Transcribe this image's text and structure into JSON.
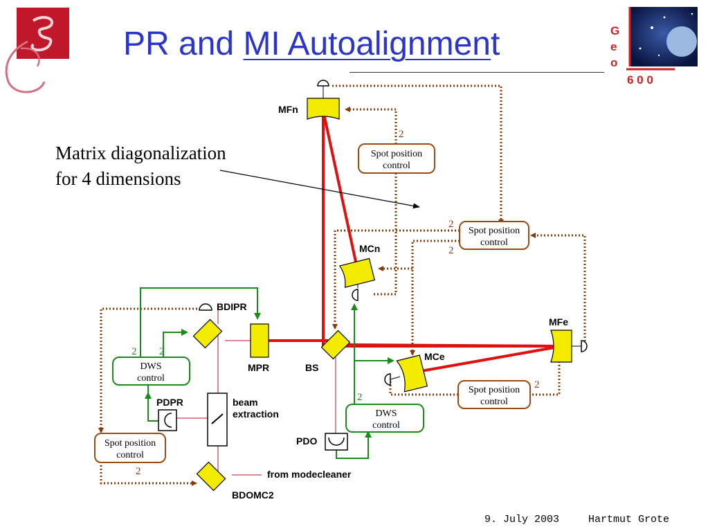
{
  "title": {
    "prefix": "PR and ",
    "underlined": "MI Autoalignmen",
    "suffix": "t"
  },
  "annotation": {
    "line1": "Matrix diagonalization",
    "line2": "for 4 dimensions"
  },
  "footer": {
    "date": "9. July 2003",
    "author": "Hartmut Grote"
  },
  "logo_right": {
    "letters": [
      "G",
      "e",
      "o"
    ],
    "number": "6 0 0"
  },
  "diagram": {
    "labels": {
      "mfn": "MFn",
      "mcn": "MCn",
      "mfe": "MFe",
      "mce": "MCe",
      "bs": "BS",
      "mpr": "MPR",
      "bdipr": "BDIPR",
      "bdomc2": "BDOMC2",
      "pdpr": "PDPR",
      "pdo": "PDO",
      "beam_extraction_1": "beam",
      "beam_extraction_2": "extraction",
      "from_modecleaner": "from modecleaner"
    },
    "boxes": {
      "spot_top_1": "Spot position",
      "spot_top_2": "control",
      "spot_mid_1": "Spot position",
      "spot_mid_2": "control",
      "spot_right_1": "Spot position",
      "spot_right_2": "control",
      "spot_left_1": "Spot position",
      "spot_left_2": "control",
      "dws_left_1": "DWS",
      "dws_left_2": "control",
      "dws_right_1": "DWS",
      "dws_right_2": "control"
    },
    "numbers": {
      "n_top": "2",
      "n_mid_a": "2",
      "n_mid_b": "2",
      "n_right": "2",
      "n_left_bottom": "2",
      "n_dws_l1": "2",
      "n_dws_l2": "2",
      "n_dws_r": "2"
    }
  },
  "colors": {
    "title": "#2b35c9",
    "beam": "#e01010",
    "control_line": "#8a3a0a",
    "dws_line": "#1a8a1a",
    "mirror": "#f4ec00",
    "logo_left": "#c0182a"
  }
}
